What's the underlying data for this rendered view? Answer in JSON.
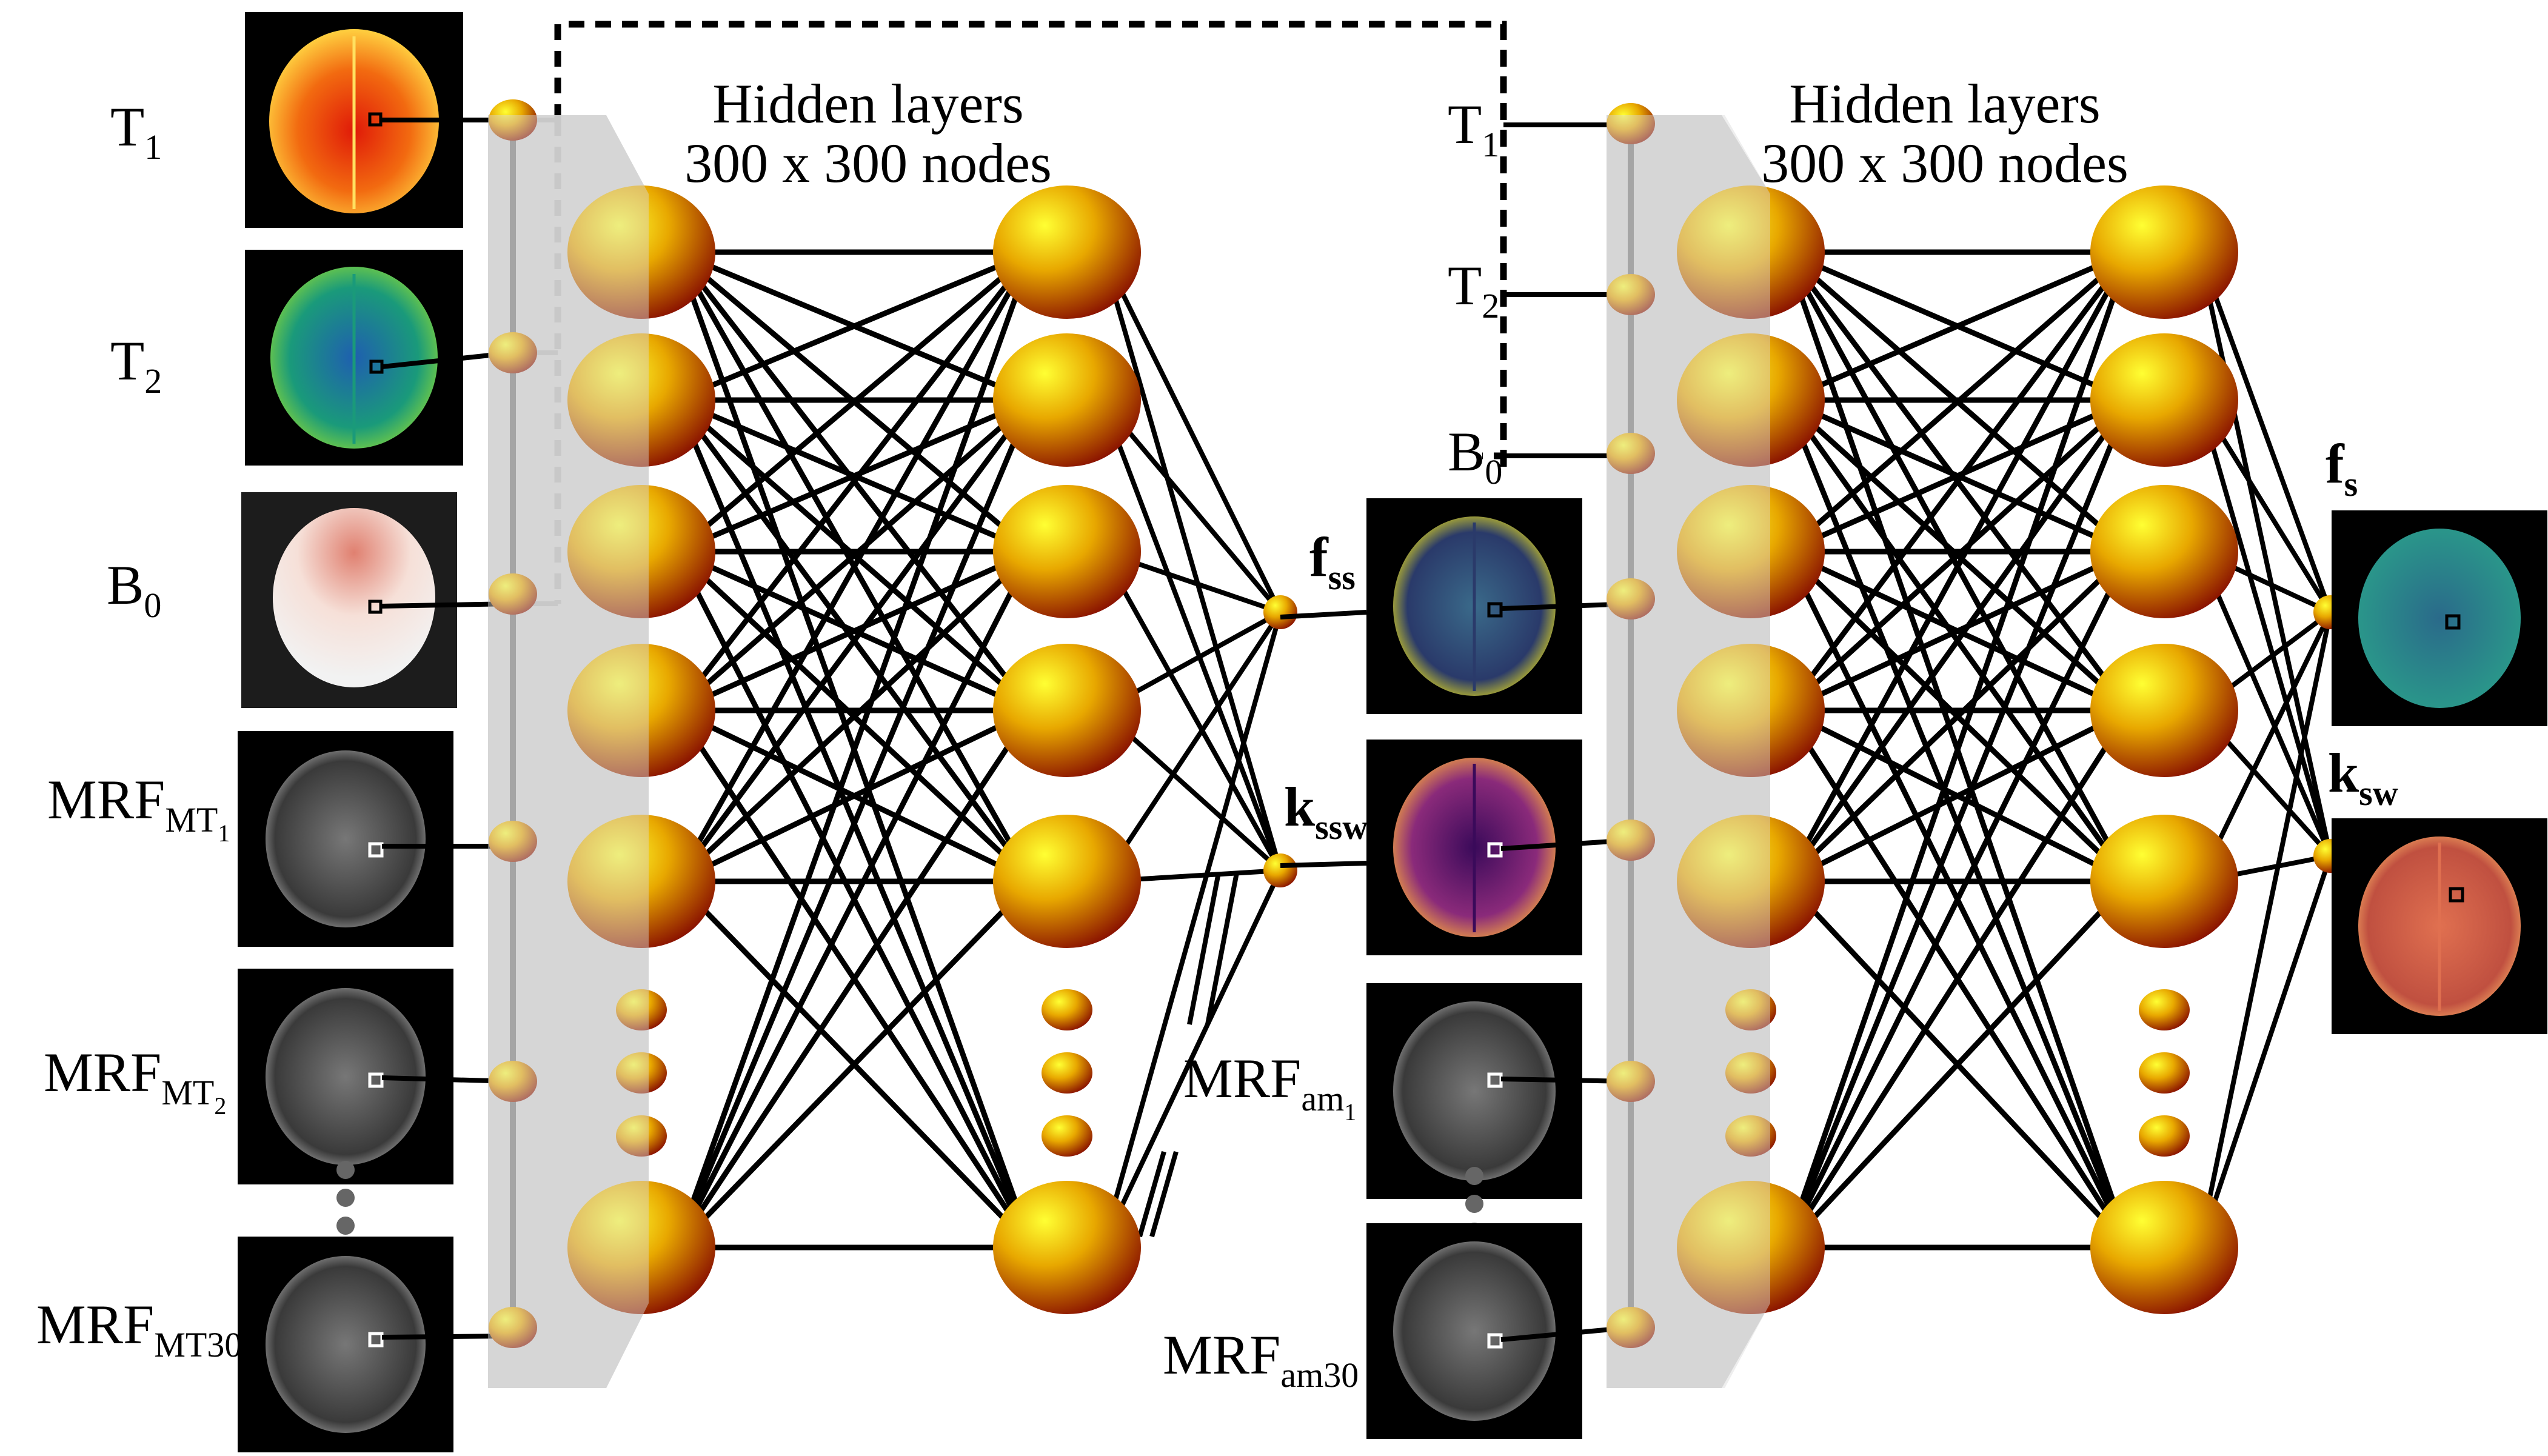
{
  "network1": {
    "header_line1": "Hidden layers",
    "header_line2": "300 x 300 nodes",
    "inputs": [
      {
        "base": "T",
        "sub": "1",
        "subsub": ""
      },
      {
        "base": "T",
        "sub": "2",
        "subsub": ""
      },
      {
        "base": "B",
        "sub": "0",
        "subsub": ""
      },
      {
        "base": "MRF",
        "sub": "MT",
        "subsub": "1"
      },
      {
        "base": "MRF",
        "sub": "MT",
        "subsub": "2"
      },
      {
        "base": "MRF",
        "sub": "MT",
        "subsub": "30"
      }
    ],
    "outputs": [
      {
        "base": "f",
        "sub": "ss"
      },
      {
        "base": "k",
        "sub": "ssw"
      }
    ]
  },
  "network2": {
    "header_line1": "Hidden layers",
    "header_line2": "300 x 300 nodes",
    "inputs": [
      {
        "base": "T",
        "sub": "1",
        "subsub": ""
      },
      {
        "base": "T",
        "sub": "2",
        "subsub": ""
      },
      {
        "base": "B",
        "sub": "0",
        "subsub": ""
      },
      {
        "base": "MRF",
        "sub": "am",
        "subsub": "1"
      },
      {
        "base": "MRF",
        "sub": "am",
        "subsub": "30"
      }
    ],
    "outputs": [
      {
        "base": "f",
        "sub": "s"
      },
      {
        "base": "k",
        "sub": "sw"
      }
    ]
  },
  "colors": {
    "node_highlight": "#ffff33",
    "node_mid": "#e8a800",
    "node_dark": "#8a1200",
    "band": "#cfcfcf",
    "bus": "#7a7a7a",
    "connection": "#000000",
    "map_t1": "#e83010",
    "map_t2": "#2aa080",
    "map_b0": "#f0c0b0",
    "map_fss": "#3a5a8a",
    "map_kssw": "#6a1a7a",
    "map_fs": "#2a7a8a",
    "map_ksw": "#d06040"
  }
}
